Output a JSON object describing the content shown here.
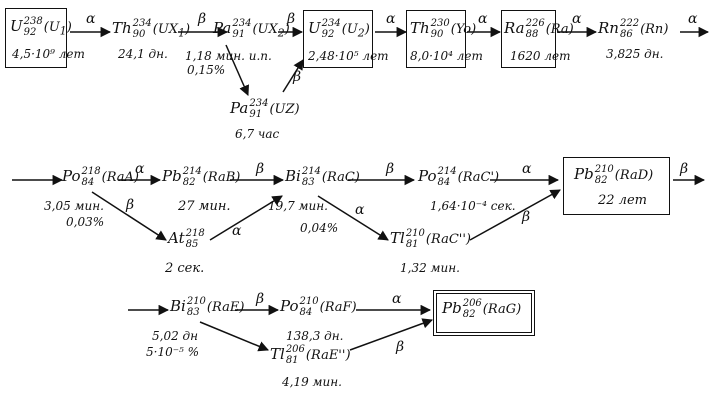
{
  "nuclides": [
    {
      "id": "U238",
      "symbol": "U",
      "mass": "238",
      "z": "92",
      "alias": "U",
      "alias_sub": "1"
    },
    {
      "id": "Th234",
      "symbol": "Th",
      "mass": "234",
      "z": "90",
      "alias": "UX",
      "alias_sub": "1"
    },
    {
      "id": "Pa234a",
      "symbol": "Pa",
      "mass": "234",
      "z": "91",
      "alias": "UX",
      "alias_sub": "2"
    },
    {
      "id": "U234",
      "symbol": "U",
      "mass": "234",
      "z": "92",
      "alias": "U",
      "alias_sub": "2"
    },
    {
      "id": "Pa234b",
      "symbol": "Pa",
      "mass": "234",
      "z": "91",
      "alias": "UZ",
      "alias_sub": ""
    },
    {
      "id": "Th230",
      "symbol": "Th",
      "mass": "230",
      "z": "90",
      "alias": "Yo",
      "alias_sub": ""
    },
    {
      "id": "Ra226",
      "symbol": "Ra",
      "mass": "226",
      "z": "88",
      "alias": "Ra",
      "alias_sub": ""
    },
    {
      "id": "Rn222",
      "symbol": "Rn",
      "mass": "222",
      "z": "86",
      "alias": "Rn",
      "alias_sub": ""
    },
    {
      "id": "Po218",
      "symbol": "Po",
      "mass": "218",
      "z": "84",
      "alias": "RaA",
      "alias_sub": ""
    },
    {
      "id": "Pb214",
      "symbol": "Pb",
      "mass": "214",
      "z": "82",
      "alias": "RaB",
      "alias_sub": ""
    },
    {
      "id": "Bi214",
      "symbol": "Bi",
      "mass": "214",
      "z": "83",
      "alias": "RaC",
      "alias_sub": ""
    },
    {
      "id": "Po214",
      "symbol": "Po",
      "mass": "214",
      "z": "84",
      "alias": "RaC'",
      "alias_sub": ""
    },
    {
      "id": "Pb210",
      "symbol": "Pb",
      "mass": "210",
      "z": "82",
      "alias": "RaD",
      "alias_sub": ""
    },
    {
      "id": "At218",
      "symbol": "At",
      "mass": "218",
      "z": "85",
      "alias": "",
      "alias_sub": ""
    },
    {
      "id": "Tl210",
      "symbol": "Tl",
      "mass": "210",
      "z": "81",
      "alias": "RaC''",
      "alias_sub": ""
    },
    {
      "id": "Bi210",
      "symbol": "Bi",
      "mass": "210",
      "z": "83",
      "alias": "RaE",
      "alias_sub": ""
    },
    {
      "id": "Po210",
      "symbol": "Po",
      "mass": "210",
      "z": "84",
      "alias": "RaF",
      "alias_sub": ""
    },
    {
      "id": "Pb206",
      "symbol": "Pb",
      "mass": "206",
      "z": "82",
      "alias": "RaG",
      "alias_sub": ""
    },
    {
      "id": "Tl206",
      "symbol": "Tl",
      "mass": "206",
      "z": "81",
      "alias": "RaE''",
      "alias_sub": ""
    }
  ],
  "labels": {
    "U238_half": "4,5·10⁹ лет",
    "Th234_half": "24,1 дн.",
    "Pa234a_half": "1,18 мин. и.п.",
    "Pa234a_branch": "0,15%",
    "U234_half": "2,48·10⁵ лет",
    "Pa234b_half": "6,7 час",
    "Th230_half": "8,0·10⁴ лет",
    "Ra226_half": "1620 лет",
    "Rn222_half": "3,825 дн.",
    "Po218_half": "3,05 мин.",
    "Po218_branch": "0,03%",
    "Pb214_half": "27 мин.",
    "Bi214_half": "19,7 мин.",
    "Bi214_branch": "0,04%",
    "Po214_half": "1,64·10⁻⁴ сек.",
    "Pb210_half": "22 лет",
    "At218_half": "2 сек.",
    "Tl210_half": "1,32 мин.",
    "Bi210_half": "5,02 дн",
    "Bi210_branch": "5·10⁻⁵ %",
    "Po210_half": "138,3 дн.",
    "Tl206_half": "4,19 мин."
  },
  "decay_symbols": {
    "alpha": "α",
    "beta": "β"
  }
}
